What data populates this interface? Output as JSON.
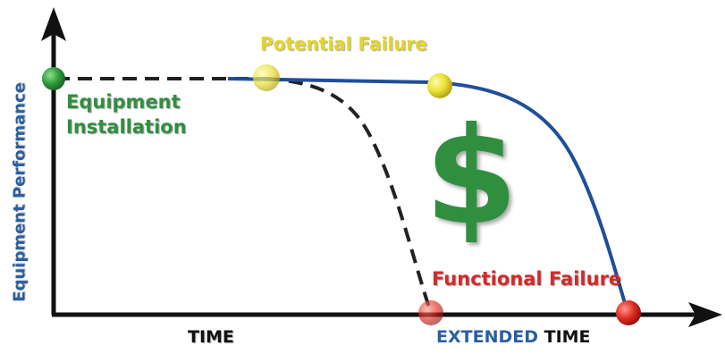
{
  "diagram": {
    "y_axis_label": "Equipment Performance",
    "labels": {
      "installation_line1": "Equipment",
      "installation_line2": "Installation",
      "potential_failure": "Potential Failure",
      "functional_failure": "Functional Failure",
      "time": "TIME",
      "extended": "EXTENDED",
      "extended_time": "TIME"
    },
    "dollar_symbol": "$",
    "colors": {
      "axis": "#111111",
      "curve_extended": "#1f4f9a",
      "curve_dashed": "#222222",
      "installation": "#2f8f3f",
      "potential_failure": "#e3d62a",
      "functional_failure": "#d42a2a",
      "ylabel": "#2a5fa0"
    }
  }
}
